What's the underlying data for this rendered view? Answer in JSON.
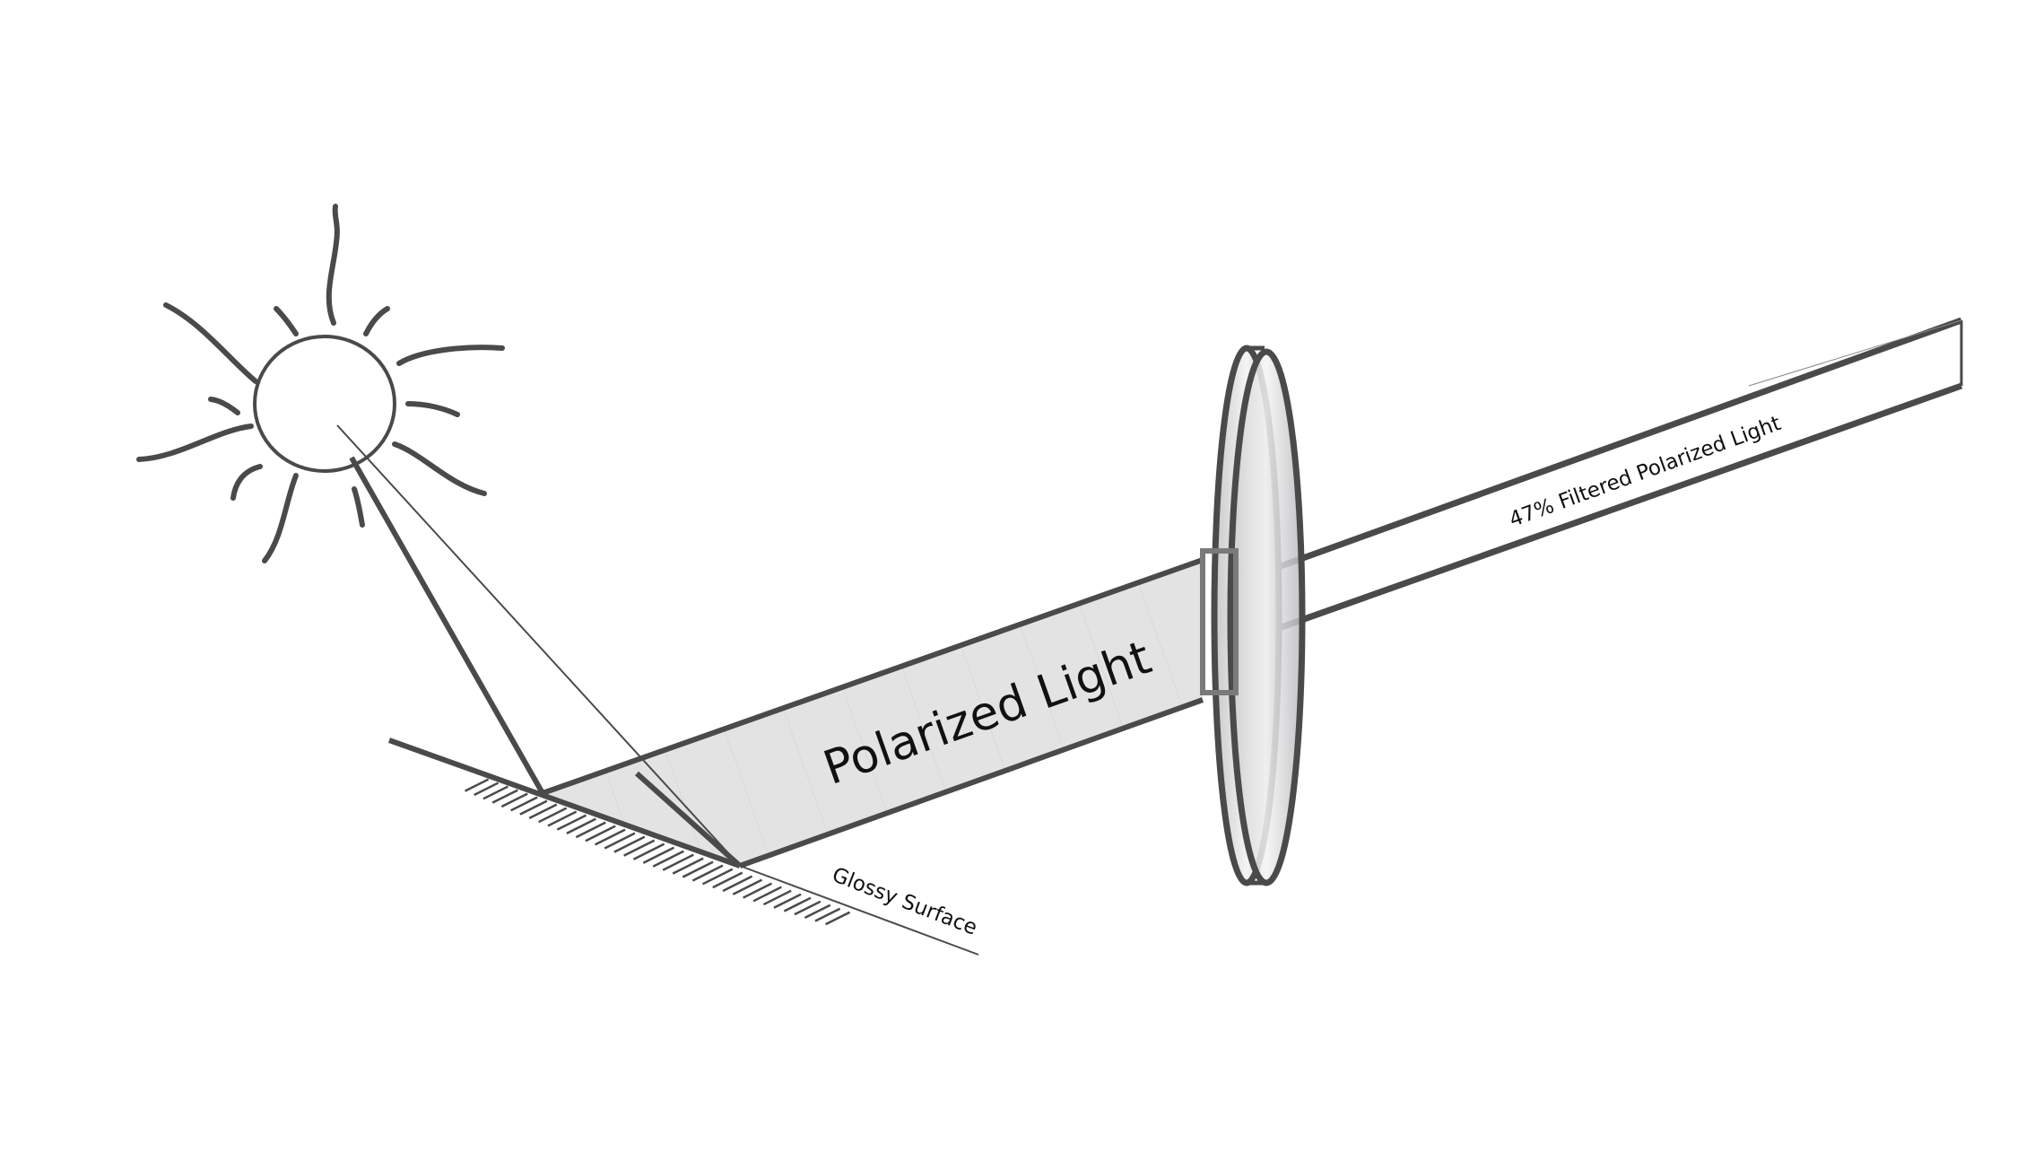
{
  "labels": {
    "beam": "Polarized Light",
    "filtered_beam": "47% Filtered Polarized Light",
    "surface": "Glossy Surface"
  },
  "colors": {
    "stroke": "#4a4a4a",
    "beam_fill": "#e3e3e3",
    "lens_fill": "#d4d4d6"
  }
}
